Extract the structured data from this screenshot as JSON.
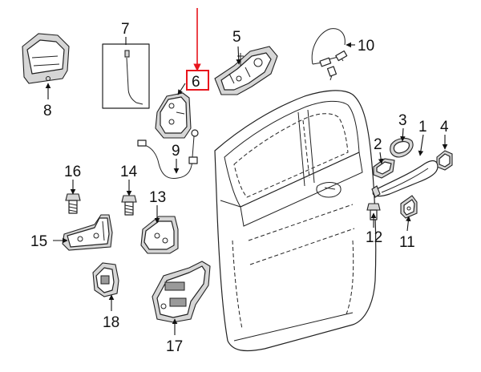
{
  "callouts": {
    "c1": "1",
    "c2": "2",
    "c3": "3",
    "c4": "4",
    "c5": "5",
    "c6": "6",
    "c7": "7",
    "c8": "8",
    "c9": "9",
    "c10": "10",
    "c11": "11",
    "c12": "12",
    "c13": "13",
    "c14": "14",
    "c15": "15",
    "c16": "16",
    "c17": "17",
    "c18": "18"
  },
  "highlight": {
    "part": "6",
    "color": "#e8141c"
  }
}
